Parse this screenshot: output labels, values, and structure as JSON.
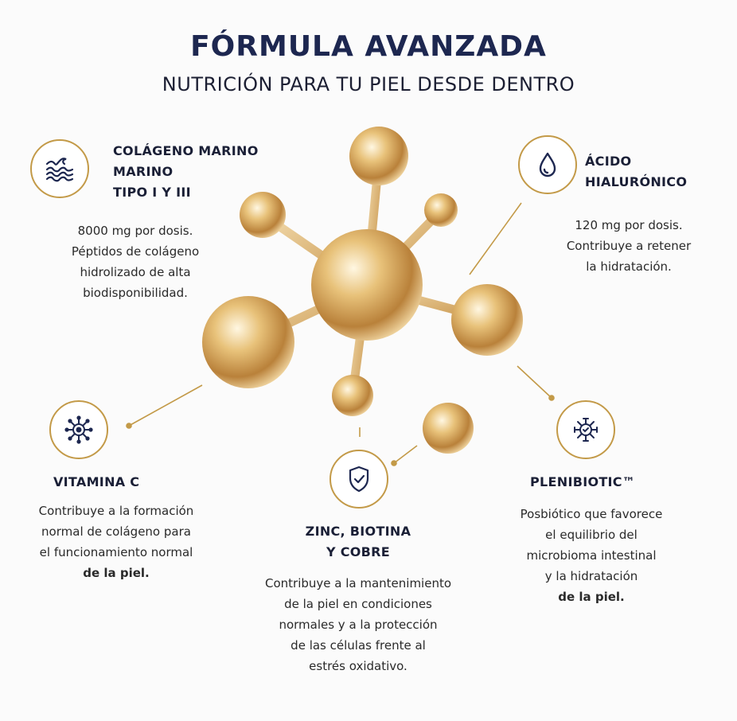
{
  "header": {
    "title": "FÓRMULA AVANZADA",
    "subtitle": "NUTRICIÓN PARA TU PIEL DESDE DENTRO"
  },
  "colors": {
    "gold": "#c39a48",
    "navy": "#1d2750"
  },
  "colageno": {
    "icon": "waves-icon",
    "heading": [
      "COLÁGENO MARINO",
      "MARINO",
      "TIPO I Y III"
    ],
    "body": [
      "8000 mg por dosis.",
      "Péptidos de colágeno",
      "hidrolizado de alta",
      "biodisponibilidad."
    ]
  },
  "acido": {
    "icon": "water-drop-icon",
    "heading": [
      "ÁCIDO",
      "HIALURÓNICO"
    ],
    "body": [
      "120 mg por dosis.",
      "Contribuye a retener",
      "la hidratación."
    ]
  },
  "vitamina": {
    "icon": "virus-cell-icon",
    "heading": "VITAMINA C",
    "body": [
      "Contribuye a la formación",
      "normal de colágeno para",
      "el funcionamiento normal",
      "de la piel."
    ]
  },
  "zinc": {
    "icon": "shield-check-icon",
    "heading": [
      "ZINC, BIOTINA",
      "Y COBRE"
    ],
    "body": [
      "Contribuye a la mantenimiento",
      "de la piel en condiciones",
      "normales y a la protección",
      "de las células frente al",
      "estrés oxidativo."
    ]
  },
  "plenibiotic": {
    "icon": "microbe-icon",
    "heading": "PLENIBIOTIC™",
    "body": [
      "Posbiótico que favorece",
      "el equilibrio del",
      "microbioma intestinal",
      "y la hidratación",
      "de la piel."
    ]
  }
}
